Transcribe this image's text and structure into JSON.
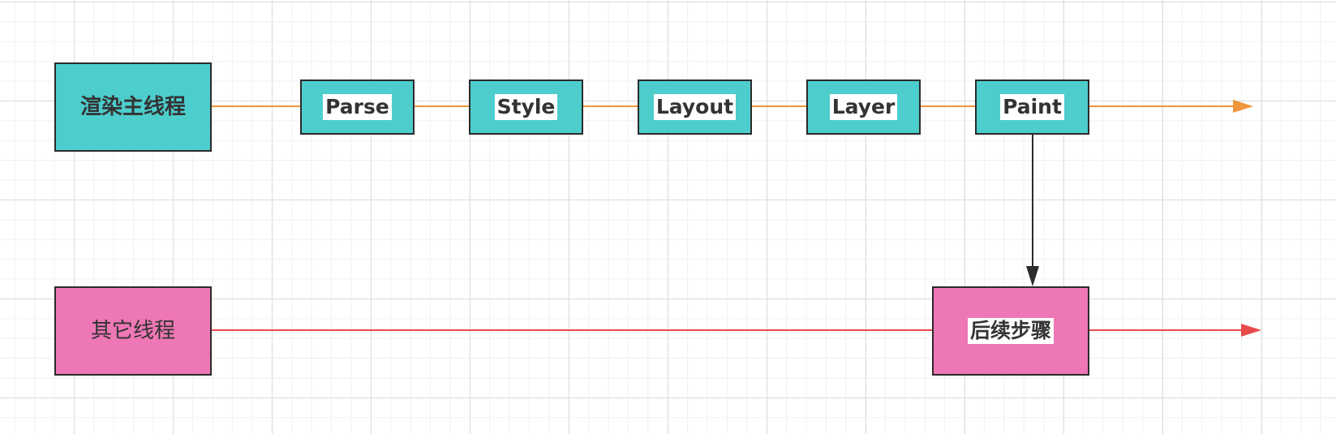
{
  "colors": {
    "teal_node_fill": "#4ecdcd",
    "pink_node_fill": "#ee77b5",
    "node_border": "#2b2b2b",
    "main_timeline": "#f0963c",
    "other_timeline": "#e84a4a",
    "connector": "#2b2b2b"
  },
  "main_thread": {
    "label": "渲染主线程",
    "steps": [
      "Parse",
      "Style",
      "Layout",
      "Layer",
      "Paint"
    ]
  },
  "other_thread": {
    "label": "其它线程",
    "step": "后续步骤"
  }
}
